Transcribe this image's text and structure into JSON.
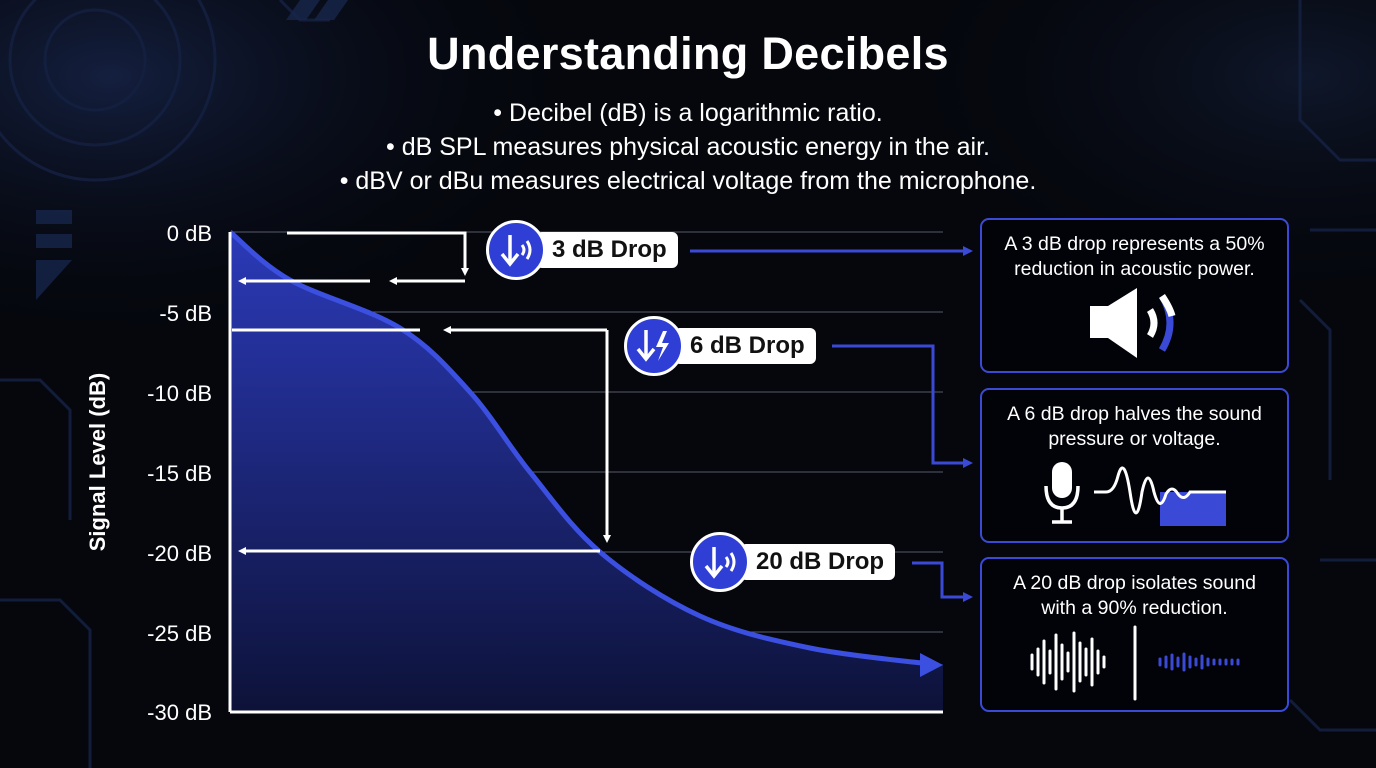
{
  "title": "Understanding Decibels",
  "bullets": [
    "• Decibel (dB) is a logarithmic ratio.",
    "• dB SPL measures physical acoustic energy in the air.",
    "• dBV or dBu measures electrical voltage from the microphone."
  ],
  "chart_data": {
    "type": "area",
    "ylabel": "Signal Level (dB)",
    "yticks": [
      "0 dB",
      "-5 dB",
      "-10 dB",
      "-15 dB",
      "-20 dB",
      "-25 dB",
      "-30 dB"
    ],
    "ylim": [
      -30,
      0
    ],
    "curve_levels_db": [
      0,
      -3,
      -6,
      -10,
      -15,
      -20,
      -24,
      -26,
      -27
    ],
    "grid": true,
    "drops": [
      {
        "label": "3 dB Drop",
        "from": 0,
        "to": -3,
        "icon": "down-arrow-sound-icon"
      },
      {
        "label": "6 dB Drop",
        "from": -6,
        "to": -20,
        "icon": "down-arrow-bolt-icon"
      },
      {
        "label": "20 dB Drop",
        "from": -20,
        "to": -27,
        "icon": "down-arrow-sound-icon"
      }
    ]
  },
  "info_boxes": [
    {
      "text_line1": "A 3 dB drop represents a 50%",
      "text_line2": "reduction in acoustic power.",
      "icon": "speaker-icon"
    },
    {
      "text_line1": "A 6 dB drop halves the sound",
      "text_line2": "pressure or voltage.",
      "icon": "microphone-waveform-icon"
    },
    {
      "text_line1": "A 20 dB drop isolates sound",
      "text_line2": "with a 90% reduction.",
      "icon": "waveform-reduction-icon"
    }
  ],
  "colors": {
    "accent": "#3a4ad6",
    "fill_top": "#2b3ab8",
    "fill_bottom": "#0d1238",
    "background": "#05070d"
  }
}
